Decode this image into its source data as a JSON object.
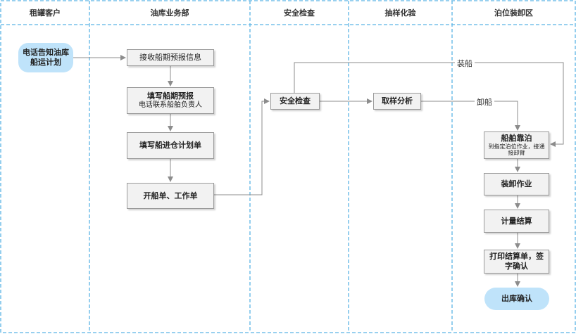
{
  "lanes": [
    {
      "title": "租罐客户"
    },
    {
      "title": "油库业务部"
    },
    {
      "title": "安全检查"
    },
    {
      "title": "抽样化验"
    },
    {
      "title": "泊位装卸区"
    }
  ],
  "nodes": {
    "customer_call": {
      "text": "电话告知油库船运计划"
    },
    "receive_info": {
      "text": "接收船期预报信息"
    },
    "fill_forecast": {
      "text": "填写船期预报",
      "sub": "电话联系船舶负责人"
    },
    "warehouse_plan": {
      "text": "填写船进仓计划单"
    },
    "open_orders": {
      "text": "开船单、工作单"
    },
    "safety_check": {
      "text": "安全检查"
    },
    "sampling": {
      "text": "取样分析"
    },
    "berthing": {
      "text": "船舶靠泊",
      "sub": "到指定泊位作业，接通接卸臂"
    },
    "operation": {
      "text": "装卸作业"
    },
    "settlement": {
      "text": "计量结算"
    },
    "print_confirm": {
      "text": "打印结算单，签字确认"
    },
    "exit": {
      "text": "出库确认"
    }
  },
  "edge_labels": {
    "loading": "装船",
    "unloading": "卸船"
  },
  "colors": {
    "lane_border": "#5ab4e5",
    "connector": "#8c8c8c",
    "terminal_fill": "#bfe3fa",
    "process_fill": "#f2f2f2"
  }
}
